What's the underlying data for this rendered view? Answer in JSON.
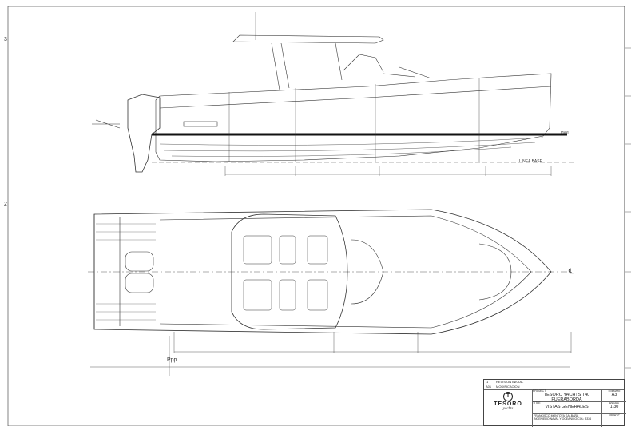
{
  "drawing": {
    "zone_labels": [
      "3",
      "2"
    ],
    "side_view": {
      "dwl_label": "DWL",
      "baseline_label": "LINEA BASE"
    },
    "plan_view": {
      "aft_perpendicular_label": "Ppp",
      "centerline_symbol": "℄"
    }
  },
  "title_block": {
    "project_label": "PROJECT",
    "project": "TESORO YACHTS T40 FUERABORDA",
    "title_label": "TITLE",
    "title": "VISTAS GENERALES",
    "format_label": "FORMATO",
    "format": "A3",
    "scale_label": "ESCALA",
    "scale": "1:30",
    "drawing_no_label": "DRAW Nº",
    "author_line1": "FRANCISCO MONTOYA GALBAÑA",
    "author_line2": "INGENIERO NAVAL Y OCEANICO COL: 3336",
    "brand_name": "TESORO",
    "brand_script": "yachts",
    "revision_rows": [
      {
        "num": "1",
        "desc": "REVISION INICIAL"
      },
      {
        "num": "A01",
        "desc": "MODIFICACION"
      }
    ]
  },
  "colors": {
    "line": "#333333",
    "waterline": "#111111",
    "background": "#ffffff"
  }
}
